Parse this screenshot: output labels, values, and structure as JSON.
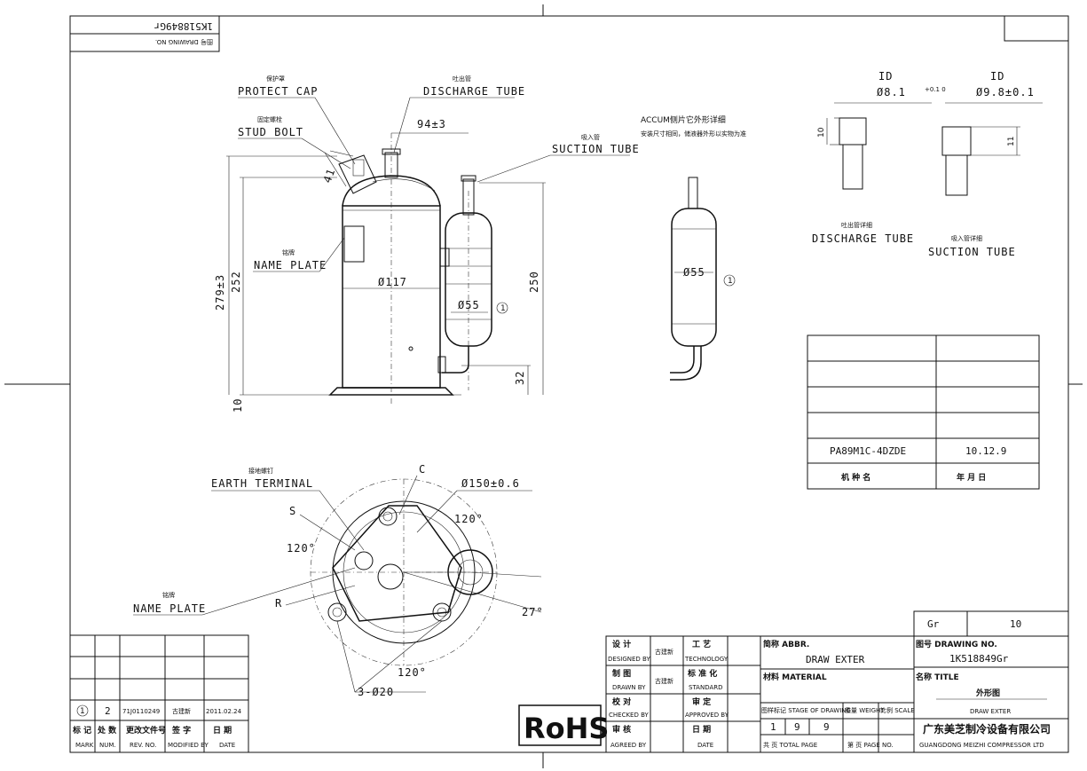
{
  "drawing_no_rotated": "1K518849Gr",
  "drawing_no_label_rotated": "图号 DRAWING NO.",
  "labels": {
    "protect_cap_cn": "保护罩",
    "protect_cap": "PROTECT CAP",
    "stud_bolt_cn": "固定螺栓",
    "stud_bolt": "STUD BOLT",
    "discharge_tube_cn": "吐出管",
    "discharge_tube": "DISCHARGE TUBE",
    "suction_tube_cn": "吸入管",
    "suction_tube": "SUCTION TUBE",
    "name_plate_cn": "铭牌",
    "name_plate": "NAME PLATE",
    "earth_terminal_cn": "接地螺钉",
    "earth_terminal": "EARTH TERMINAL",
    "accum_note_1": "ACCUM侧片它外形详细",
    "accum_note_2": "安装尺寸相同，储液器外形以实物为准",
    "discharge_detail_cn": "吐出管详细",
    "discharge_detail": "DISCHARGE TUBE",
    "suction_detail_cn": "吸入管详细",
    "suction_detail": "SUCTION TUBE"
  },
  "dims": {
    "d94": "94±3",
    "d41": "41",
    "d279": "279±3",
    "d252": "252",
    "d250": "250",
    "d117": "Ø117",
    "d55a": "Ø55",
    "d55b": "Ø55",
    "d32": "32",
    "d10": "10",
    "circle1": "1",
    "id1": "ID",
    "id1_val": "Ø8.1",
    "id1_tol": "+0.1 0",
    "id2": "ID",
    "id2_val": "Ø9.8±0.1",
    "h10": "10",
    "h11": "11",
    "c": "C",
    "s": "S",
    "r": "R",
    "d150": "Ø150±0.6",
    "a120a": "120°",
    "a120b": "120°",
    "a120c": "120°",
    "a27": "27°",
    "holes": "3-Ø20"
  },
  "model_table": {
    "model": "PA89M1C-4DZDE",
    "date": "10.12.9",
    "col1": "机 种 名",
    "col2": "年 月 日"
  },
  "revision": {
    "mark": "1",
    "count": "2",
    "doc": "71J0110249",
    "signer": "古建新",
    "date": "2011.02.24",
    "h_mark_cn": "标 记",
    "h_count_cn": "处 数",
    "h_doc_cn": "更改文件号",
    "h_sign_cn": "签 字",
    "h_date_cn": "日 期",
    "h_mark": "MARK",
    "h_count": "NUM.",
    "h_doc": "REV. NO.",
    "h_sign": "MODIFIED BY",
    "h_date": "DATE"
  },
  "rohs": "RoHS",
  "title_block": {
    "gr_label": "Gr",
    "gr_value": "10",
    "designed_cn": "设 计",
    "designed": "DESIGNED BY",
    "designer": "古建新",
    "tech_cn": "工 艺",
    "tech": "TECHNOLOGY",
    "drawn_cn": "制 图",
    "drawn": "DRAWN BY",
    "drawer": "古建新",
    "std_cn": "标 准 化",
    "std": "STANDARD",
    "checked_cn": "校 对",
    "checked": "CHECKED BY",
    "approved_cn": "审 定",
    "approved": "APPROVED BY",
    "agreed_cn": "审 核",
    "agreed": "AGREED BY",
    "date_cn": "日 期",
    "date": "DATE",
    "abbr_label": "简称 ABBR.",
    "abbr_value": "DRAW EXTER",
    "material_label": "材料 MATERIAL",
    "stage_label": "图样标记 STAGE OF DRAWING",
    "weight_label": "重量 WEIGHT",
    "scale_label": "比例 SCALE",
    "stage_1": "1",
    "stage_9a": "9",
    "stage_9b": "9",
    "total_page": "共  页  TOTAL PAGE",
    "page_no": "第  页  PAGE NO.",
    "drawing_no_label": "图号 DRAWING NO.",
    "drawing_no": "1K518849Gr",
    "title_label": "名称 TITLE",
    "title_cn": "外形图",
    "title_en": "DRAW EXTER",
    "company_cn": "广东美芝制冷设备有限公司",
    "company_en": "GUANGDONG MEIZHI COMPRESSOR LTD"
  }
}
